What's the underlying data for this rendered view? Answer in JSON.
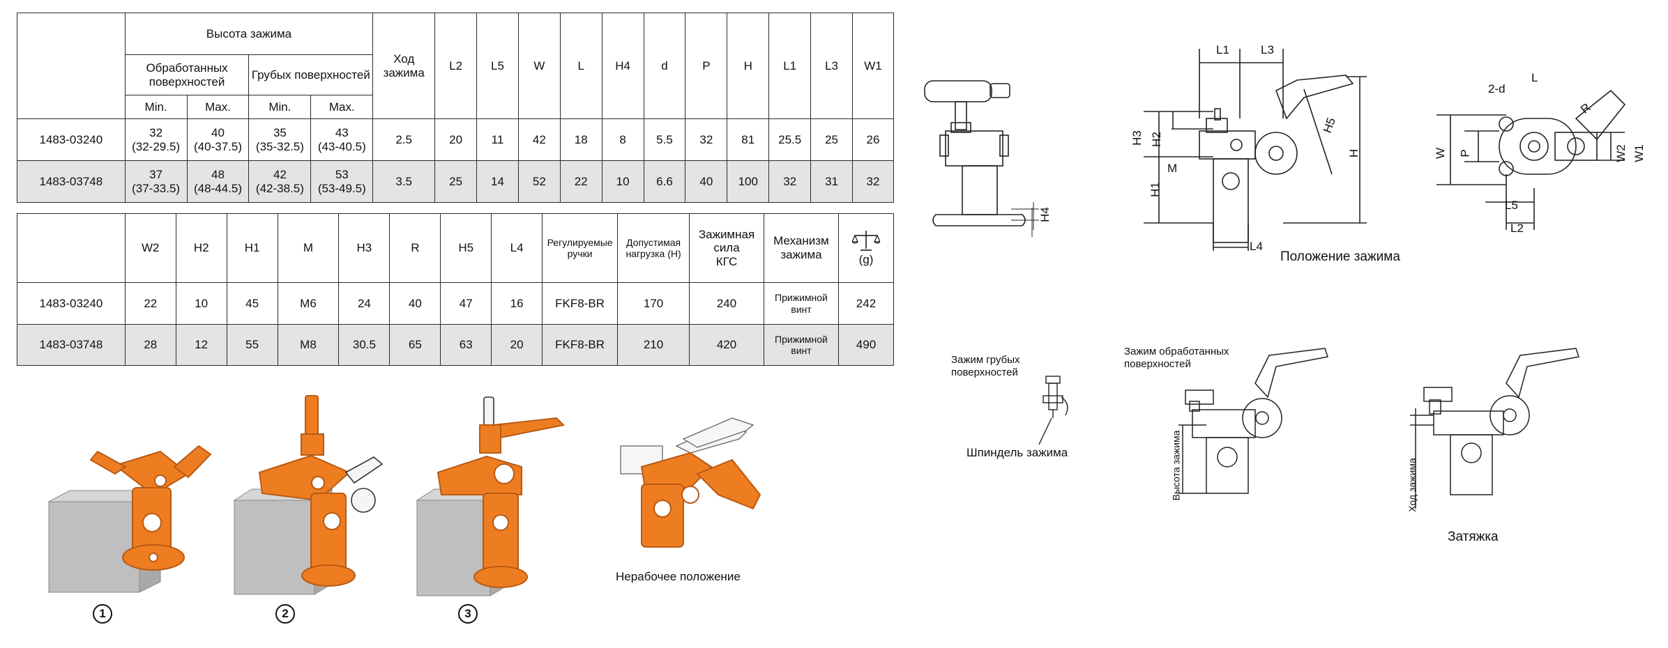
{
  "table1": {
    "header": {
      "clamp_height": "Высота зажима",
      "machined": "Обработанных поверхностей",
      "rough": "Грубых поверхностей",
      "min": "Min.",
      "max": "Max.",
      "stroke": "Ход зажима",
      "cols": [
        "L2",
        "L5",
        "W",
        "L",
        "H4",
        "d",
        "P",
        "H",
        "L1",
        "L3",
        "W1"
      ]
    },
    "rows": [
      {
        "model": "1483-03240",
        "mach_min": "32",
        "mach_min_sub": "(32-29.5)",
        "mach_max": "40",
        "mach_max_sub": "(40-37.5)",
        "rough_min": "35",
        "rough_min_sub": "(35-32.5)",
        "rough_max": "43",
        "rough_max_sub": "(43-40.5)",
        "stroke": "2.5",
        "vals": [
          "20",
          "11",
          "42",
          "18",
          "8",
          "5.5",
          "32",
          "81",
          "25.5",
          "25",
          "26"
        ]
      },
      {
        "model": "1483-03748",
        "mach_min": "37",
        "mach_min_sub": "(37-33.5)",
        "mach_max": "48",
        "mach_max_sub": "(48-44.5)",
        "rough_min": "42",
        "rough_min_sub": "(42-38.5)",
        "rough_max": "53",
        "rough_max_sub": "(53-49.5)",
        "stroke": "3.5",
        "vals": [
          "25",
          "14",
          "52",
          "22",
          "10",
          "6.6",
          "40",
          "100",
          "32",
          "31",
          "32"
        ]
      }
    ]
  },
  "table2": {
    "header": {
      "cols": [
        "W2",
        "H2",
        "H1",
        "M",
        "H3",
        "R",
        "H5",
        "L4"
      ],
      "handle": "Регулируемые ручки",
      "load": "Допустимая нагрузка (Н)",
      "force": "Зажимная сила",
      "force_unit": "КГС",
      "mechanism": "Механизм зажима",
      "weight_unit": "(g)"
    },
    "rows": [
      {
        "model": "1483-03240",
        "vals": [
          "22",
          "10",
          "45",
          "M6",
          "24",
          "40",
          "47",
          "16"
        ],
        "handle": "FKF8-BR",
        "load": "170",
        "force": "240",
        "mechanism": "Прижимной винт",
        "weight": "242"
      },
      {
        "model": "1483-03748",
        "vals": [
          "28",
          "12",
          "55",
          "M8",
          "30.5",
          "65",
          "63",
          "20"
        ],
        "handle": "FKF8-BR",
        "load": "210",
        "force": "420",
        "mechanism": "Прижимной винт",
        "weight": "490"
      }
    ]
  },
  "steps": [
    "1",
    "2",
    "3"
  ],
  "captions": {
    "idle": "Нерабочее положение",
    "clamp_pos": "Положение зажима",
    "rough_clamp": "Зажим грубых поверхностей",
    "spindle": "Шпиндель зажима",
    "machined_clamp": "Зажим обработанных поверхностей",
    "tighten": "Затяжка",
    "clamp_height": "Высота зажима",
    "clamp_stroke": "Ход зажима"
  },
  "dims": {
    "H4": "H4",
    "L1": "L1",
    "L3": "L3",
    "H3": "H3",
    "H2": "H2",
    "H1": "H1",
    "M": "M",
    "H5": "H5",
    "H": "H",
    "L4": "L4",
    "two_d": "2-d",
    "L": "L",
    "R": "R",
    "W": "W",
    "P": "P",
    "W2": "W2",
    "W1": "W1",
    "L5": "L5",
    "L2": "L2"
  },
  "colors": {
    "orange": "#ee7d22",
    "orange_dark": "#b85a12",
    "shade": "#e4e4e7",
    "block": "#bfbfbf",
    "line": "#2a2a2a"
  }
}
